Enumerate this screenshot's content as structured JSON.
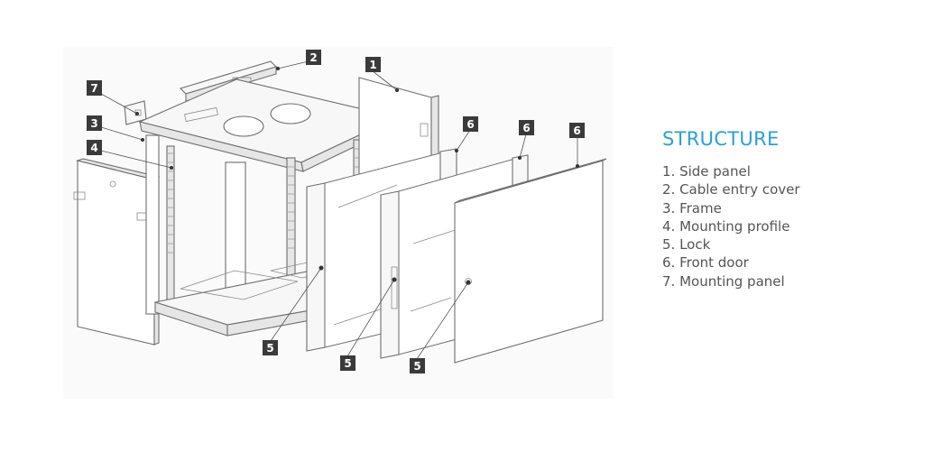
{
  "legend": {
    "title": "STRUCTURE",
    "items": [
      "1. Side panel",
      "2. Cable entry cover",
      "3. Frame",
      "4. Mounting profile",
      "5. Lock",
      "6. Front door",
      "7. Mounting panel"
    ]
  },
  "callouts": {
    "c1": "1",
    "c2": "2",
    "c3": "3",
    "c4": "4",
    "c5a": "5",
    "c5b": "5",
    "c5c": "5",
    "c6a": "6",
    "c6b": "6",
    "c6c": "6",
    "c7": "7"
  }
}
